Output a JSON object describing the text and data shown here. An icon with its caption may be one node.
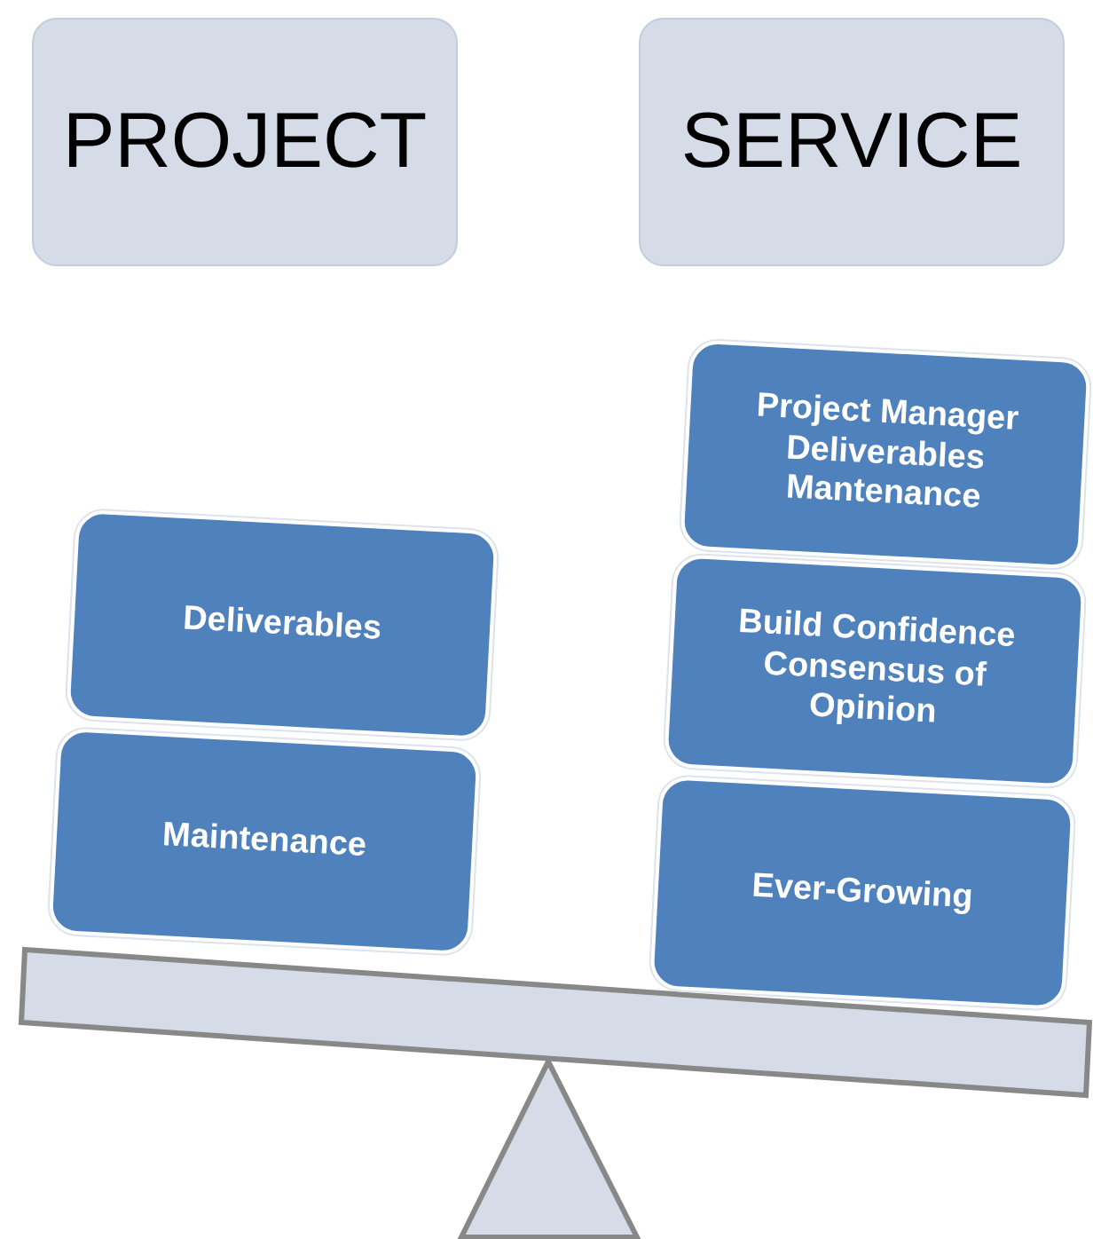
{
  "diagram": {
    "nodes": [
      {
        "text": [
          "PROJECT"
        ]
      },
      {
        "text": [
          "SERVICE"
        ]
      },
      {
        "text": [
          "Deliverables"
        ]
      },
      {
        "text": [
          "Maintenance"
        ]
      },
      {
        "text": [
          "Project Manager Deliverables Mantenance"
        ]
      },
      {
        "text": [
          "Build Confidence Consensus of Opinion"
        ]
      },
      {
        "text": [
          "Ever-Growing"
        ]
      }
    ]
  }
}
